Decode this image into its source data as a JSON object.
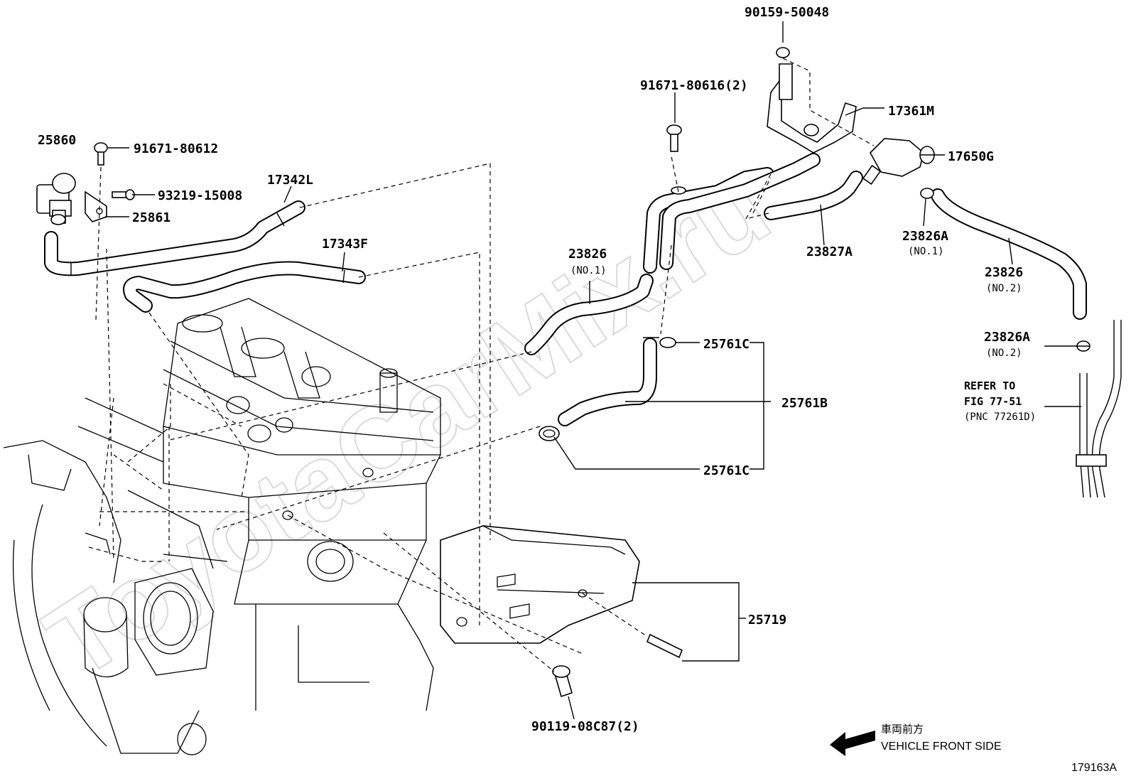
{
  "watermark": "ToyotaCarMix.ru",
  "figure_id": "179163A",
  "direction": {
    "label_jp": "車両前方",
    "label_en": "VEHICLE FRONT SIDE"
  },
  "refer": {
    "line1": "REFER TO",
    "line2": "FIG 77-51",
    "line3": "(PNC 77261D)"
  },
  "parts": {
    "p25860": "25860",
    "p91671_80612": "91671-80612",
    "p93219_15008": "93219-15008",
    "p25861": "25861",
    "p17342L": "17342L",
    "p17343F": "17343F",
    "p90159_50048": "90159-50048",
    "p91671_80616": "91671-80616(2)",
    "p17361M": "17361M",
    "p17650G": "17650G",
    "p23826_no1": "23826",
    "p23826_no1_sub": "(NO.1)",
    "p23827A": "23827A",
    "p23826A_no1": "23826A",
    "p23826A_no1_sub": "(NO.1)",
    "p23826_no2": "23826",
    "p23826_no2_sub": "(NO.2)",
    "p23826A_no2": "23826A",
    "p23826A_no2_sub": "(NO.2)",
    "p25761C_top": "25761C",
    "p25761B": "25761B",
    "p25761C_bottom": "25761C",
    "p25719": "25719",
    "p90119_08C87": "90119-08C87(2)"
  }
}
